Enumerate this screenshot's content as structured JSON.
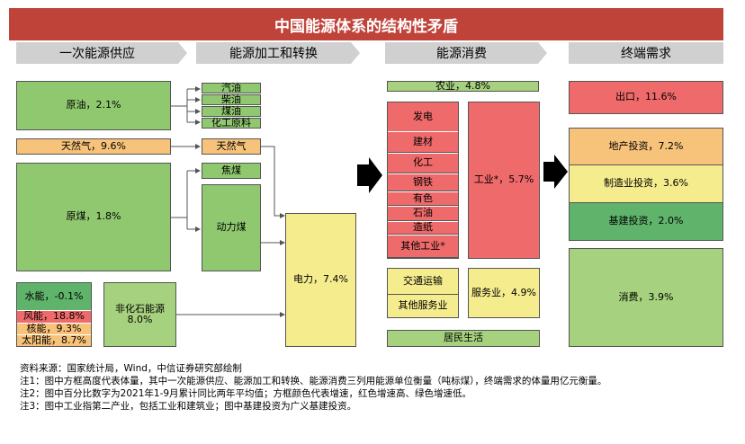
{
  "title": "中国能源体系的结构性矛盾",
  "headers": [
    "一次能源供应",
    "能源加工和转换",
    "能源消费",
    "终端需求"
  ],
  "supply": {
    "crude": "原油，2.1%",
    "gas": "天然气，9.6%",
    "coal": "原煤，1.8%",
    "hydro": "水能，-0.1%",
    "wind": "风能，18.8%",
    "nuclear": "核能，9.3%",
    "solar": "太阳能，8.7%",
    "nonfossil": "非化石能源\n8.0%"
  },
  "processing": {
    "gasoline": "汽油",
    "diesel": "柴油",
    "kerosene": "煤油",
    "chem": "化工原料",
    "natgas": "天然气",
    "coke": "焦煤",
    "thermal": "动力煤",
    "power": "电力，7.4%"
  },
  "consumption": {
    "agri": "农业，4.8%",
    "industry_subs": [
      "发电",
      "建材",
      "化工",
      "钢铁",
      "有色",
      "石油",
      "造纸",
      "其他工业*"
    ],
    "industry": "工业*，5.7%",
    "transport": "交通运输",
    "otherservice": "其他服务业",
    "services": "服务业，4.9%",
    "residential": "居民生活"
  },
  "demand": {
    "export": "出口，11.6%",
    "realestate": "地产投资，7.2%",
    "manufacturing": "制造业投资，3.6%",
    "infra": "基建投资，2.0%",
    "consumption": "消费，3.9%"
  },
  "notes": [
    "资料来源：国家统计局，Wind，中信证券研究部绘制",
    "注1：图中方框高度代表体量，其中一次能源供应、能源加工和转换、能源消费三列用能源单位衡量（吨标煤），终端需求的体量用亿元衡量。",
    "注2：图中百分比数字为2021年1-9月累计同比两年平均值；方框颜色代表增速，红色增速高、绿色增速低。",
    "注3：图中工业指第二产业，包括工业和建筑业；图中基建投资为广义基建投资。"
  ],
  "colors": {
    "title_bg": "#c0433a",
    "header_bg": "#d0d0d0",
    "green_light": "#a6d17e",
    "green_dark": "#5fb36a",
    "orange": "#f7c27a",
    "yellow": "#f5ec8e",
    "red": "#ef6a6a"
  }
}
